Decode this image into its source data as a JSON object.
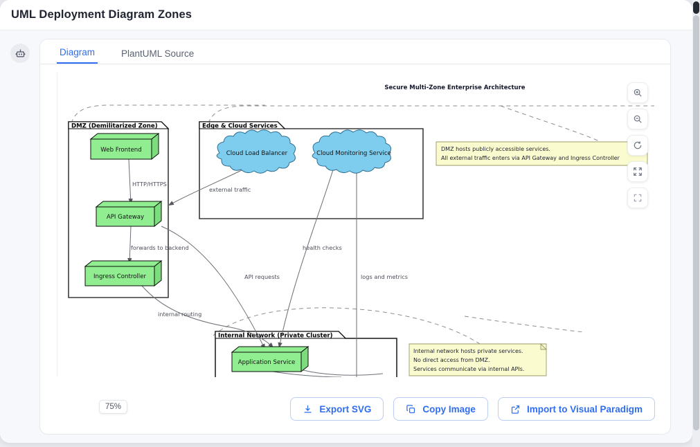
{
  "window": {
    "title": "UML Deployment Diagram Zones"
  },
  "rail": {
    "bot_icon": "robot-icon"
  },
  "tabs": [
    {
      "label": "Diagram",
      "active": true
    },
    {
      "label": "PlantUML Source",
      "active": false
    }
  ],
  "viewer": {
    "zoom_level": "75%",
    "toolbar": [
      {
        "name": "zoom-in-icon",
        "title": "Zoom In"
      },
      {
        "name": "zoom-out-icon",
        "title": "Zoom Out"
      },
      {
        "name": "reset-icon",
        "title": "Reset"
      },
      {
        "name": "fit-screen-icon",
        "title": "Fit to Screen"
      },
      {
        "name": "fullscreen-icon",
        "title": "Fullscreen"
      }
    ]
  },
  "footer": {
    "buttons": [
      {
        "label": "Export SVG",
        "icon": "download-icon"
      },
      {
        "label": "Copy Image",
        "icon": "copy-icon"
      },
      {
        "label": "Import to Visual Paradigm",
        "icon": "external-link-icon"
      }
    ]
  },
  "diagram": {
    "title": "Secure Multi-Zone Enterprise Architecture",
    "zones": [
      {
        "label": "DMZ (Demilitarized Zone)"
      },
      {
        "label": "Edge & Cloud Services"
      },
      {
        "label": "Internal Network (Private Cluster)"
      }
    ],
    "nodes": [
      {
        "label": "Web Frontend",
        "shape": "node3d",
        "color": "#90ee90"
      },
      {
        "label": "API Gateway",
        "shape": "node3d",
        "color": "#90ee90"
      },
      {
        "label": "Ingress Controller",
        "shape": "node3d",
        "color": "#90ee90"
      },
      {
        "label": "Application Service",
        "shape": "node3d",
        "color": "#90ee90"
      },
      {
        "label": "Cloud Load Balancer",
        "shape": "cloud",
        "color": "#7fcdee"
      },
      {
        "label": "Cloud Monitoring Service",
        "shape": "cloud",
        "color": "#7fcdee"
      }
    ],
    "edges": [
      {
        "label": "HTTP/HTTPS"
      },
      {
        "label": "external traffic"
      },
      {
        "label": "forwards to backend"
      },
      {
        "label": "API requests"
      },
      {
        "label": "health checks"
      },
      {
        "label": "logs and metrics"
      },
      {
        "label": "internal routing"
      }
    ],
    "notes": [
      {
        "lines": [
          "DMZ hosts publicly accessible services.",
          "All external traffic enters via API Gateway and Ingress Controller"
        ]
      },
      {
        "lines": [
          "Internal network hosts private services.",
          "No direct access from DMZ.",
          "Services communicate via internal APIs."
        ]
      }
    ],
    "colors": {
      "node_fill": "#90ee90",
      "cloud_fill": "#7fcdee",
      "note_fill": "#fbfbd0",
      "accent": "#2f6ef0"
    }
  }
}
